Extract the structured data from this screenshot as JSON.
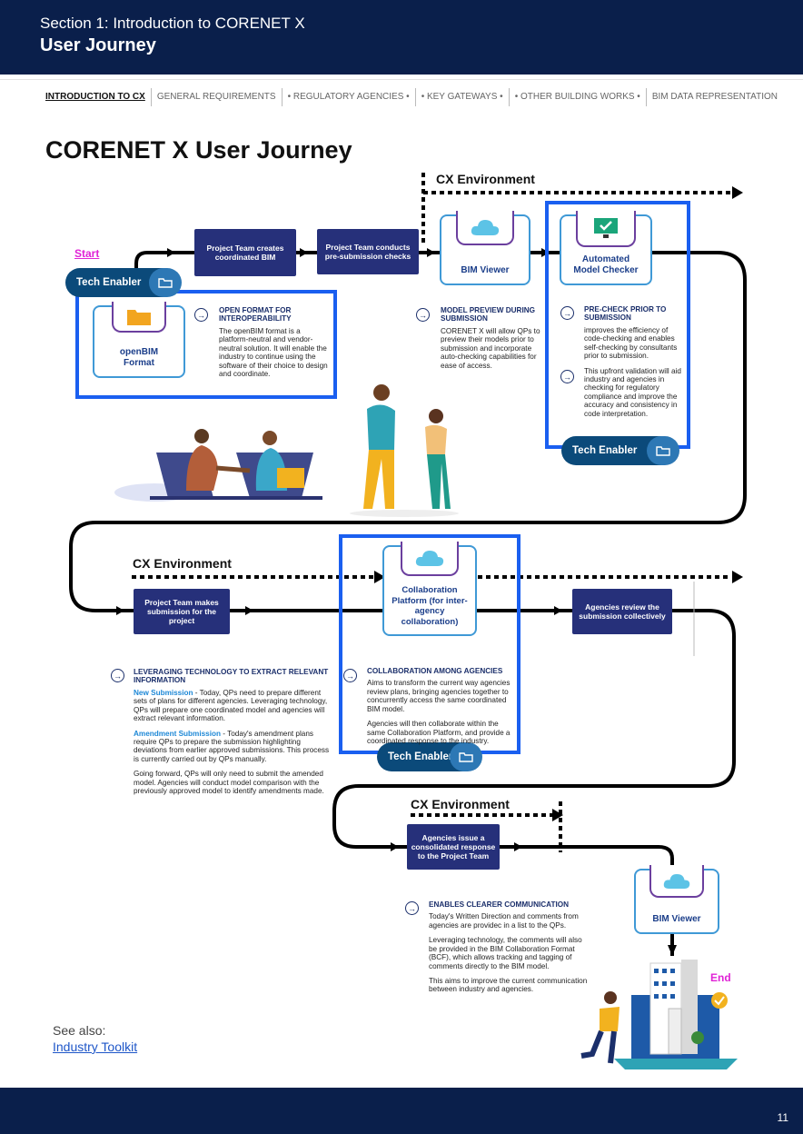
{
  "header": {
    "section": "Section 1: Introduction to CORENET X",
    "page": "User Journey"
  },
  "nav": [
    "INTRODUCTION TO CX",
    "GENERAL REQUIREMENTS",
    "• REGULATORY AGENCIES •",
    "• KEY GATEWAYS •",
    "• OTHER BUILDING WORKS •",
    "BIM DATA REPRESENTATION"
  ],
  "title": "CORENET X User Journey",
  "labels": {
    "start": "Start",
    "end": "End",
    "cx_env": "CX Environment",
    "tech_enabler": "Tech Enabler"
  },
  "steps": {
    "s1": "Project Team creates coordinated BIM",
    "s2": "Project Team conducts pre-submission checks",
    "s3": "Project Team makes submission for the project",
    "s4": "Agencies review the submission collectively",
    "s5": "Agencies issue a consolidated response to the Project Team"
  },
  "cards": {
    "openbim": "openBIM Format",
    "viewer": "BIM Viewer",
    "checker": "Automated Model Checker",
    "collab": "Collaboration Platform (for inter-agency collaboration)",
    "viewer2": "BIM Viewer"
  },
  "info": {
    "open_format": {
      "heading": "OPEN FORMAT FOR INTEROPERABILITY",
      "body": "The openBIM format is a platform-neutral and vendor-neutral solution. It will enable the industry to continue using the software of their choice to design and coordinate."
    },
    "preview": {
      "heading": "MODEL PREVIEW DURING SUBMISSION",
      "body": "CORENET X will allow QPs to preview their models prior to submission and incorporate auto-checking capabilities for ease of access."
    },
    "precheck": {
      "heading": "PRE-CHECK PRIOR TO SUBMISSION",
      "body1": "improves the efficiency of code-checking and enables self-checking by consultants prior to submission.",
      "body2": "This upfront validation will aid industry and agencies in checking for regulatory compliance and improve the accuracy and consistency in code interpretation."
    },
    "leverage": {
      "heading": "LEVERAGING TECHNOLOGY TO EXTRACT RELEVANT INFORMATION",
      "new_label": "New Submission",
      "new_body": " - Today, QPs need to prepare different sets of plans for different agencies. Leveraging technology, QPs will prepare one coordinated model and agencies will extract relevant information.",
      "amend_label": "Amendment Submission",
      "amend_body": " - Today's amendment plans require QPs to prepare the submission highlighting deviations from earlier approved submissions. This process is currently carried out by QPs manually.",
      "forward": "Going forward, QPs will only need to submit the amended model. Agencies will conduct model comparison with the previously approved model to identify amendments made."
    },
    "collab": {
      "heading": "COLLABORATION AMONG AGENCIES",
      "body1": "Aims to transform the current way agencies review plans, bringing agencies together to concurrently access the same coordinated BIM model.",
      "body2": "Agencies will then collaborate within the same Collaboration Platform, and provide a coordinated response to the industry."
    },
    "comm": {
      "heading": "ENABLES CLEARER COMMUNICATION",
      "body1": "Today's Written Direction and comments from agencies are providec in a list to the QPs.",
      "body2": "Leveraging technology, the comments will also be provided in the BIM Collaboration Format (BCF), which allows tracking and tagging of comments directly to the BIM model.",
      "body3": "This aims to improve the current communication between industry and agencies."
    }
  },
  "see_also": "See also:",
  "see_link": "Industry Toolkit",
  "page_number": "11",
  "colors": {
    "navy": "#0a1f4b",
    "step": "#26307a",
    "highlight": "#1a5ff0",
    "magenta": "#e023d6",
    "tech": "#0b4a7a"
  }
}
